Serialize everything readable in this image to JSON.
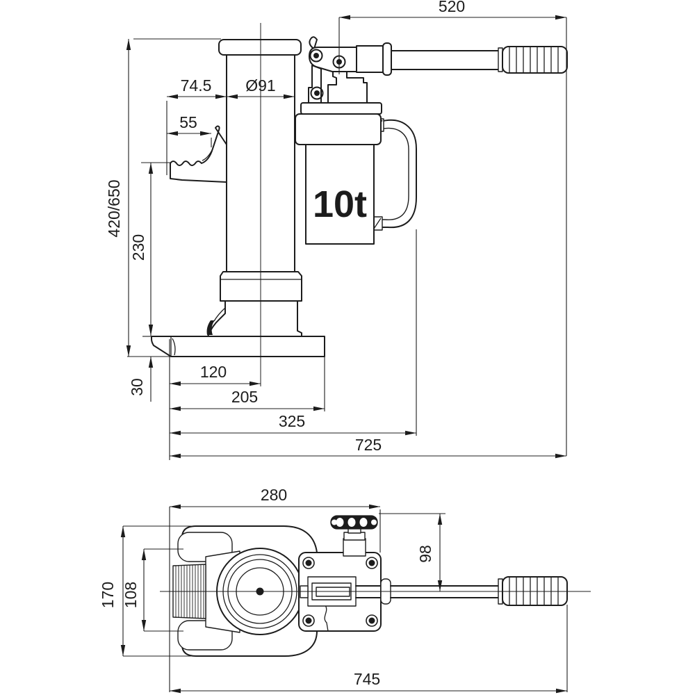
{
  "drawing": {
    "title": "toe-jack-technical-drawing",
    "product_label": "10t",
    "colors": {
      "line": "#1c1c1c",
      "background": "#ffffff"
    },
    "side_view": {
      "name": "side-elevation",
      "dims": {
        "d520": "520",
        "d74_5": "74.5",
        "d91": "Ø91",
        "d55": "55",
        "d420_650": "420/650",
        "d230": "230",
        "d30": "30",
        "d120": "120",
        "d205": "205",
        "d325": "325",
        "d725": "725"
      }
    },
    "plan_view": {
      "name": "top-plan",
      "dims": {
        "d280": "280",
        "d170": "170",
        "d108": "108",
        "d98": "98",
        "d745": "745"
      }
    }
  }
}
